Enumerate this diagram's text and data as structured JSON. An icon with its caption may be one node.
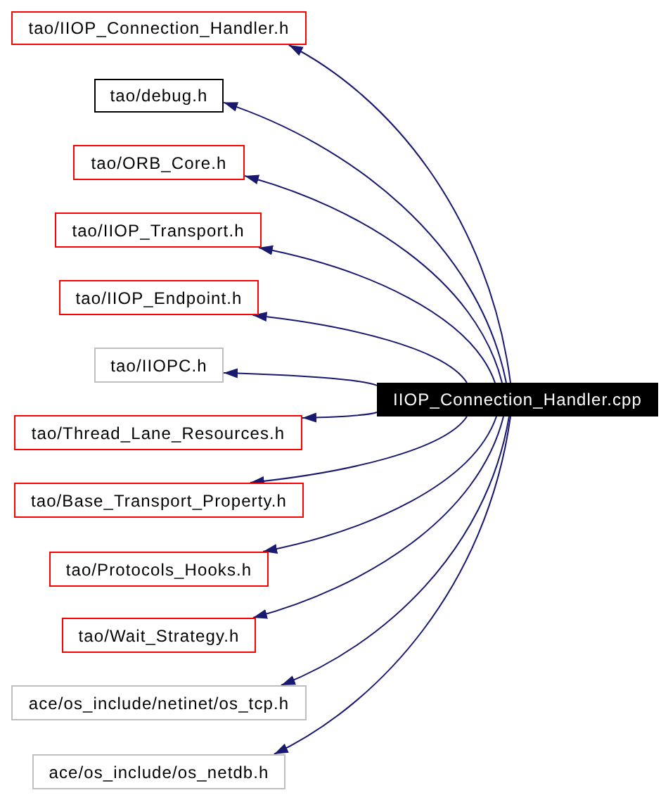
{
  "diagram": {
    "nodes": [
      {
        "text": [
          "tao/IIOP_Connection_Handler.h"
        ]
      },
      {
        "text": [
          "tao/debug.h"
        ]
      },
      {
        "text": [
          "tao/ORB_Core.h"
        ]
      },
      {
        "text": [
          "tao/IIOP_Transport.h"
        ]
      },
      {
        "text": [
          "tao/IIOP_Endpoint.h"
        ]
      },
      {
        "text": [
          "tao/IIOPC.h"
        ]
      },
      {
        "text": [
          "tao/Thread_Lane_Resources.h"
        ]
      },
      {
        "text": [
          "tao/Base_Transport_Property.h"
        ]
      },
      {
        "text": [
          "tao/Protocols_Hooks.h"
        ]
      },
      {
        "text": [
          "tao/Wait_Strategy.h"
        ]
      },
      {
        "text": [
          "ace/os_include/netinet/os_tcp.h"
        ]
      },
      {
        "text": [
          "ace/os_include/os_netdb.h"
        ]
      },
      {
        "text": [
          "IIOP_Connection_Handler.cpp"
        ]
      }
    ],
    "edges": [
      {
        "from": 12,
        "to": 0,
        "arrow": "to"
      },
      {
        "from": 12,
        "to": 1,
        "arrow": "to"
      },
      {
        "from": 12,
        "to": 2,
        "arrow": "to"
      },
      {
        "from": 12,
        "to": 3,
        "arrow": "to"
      },
      {
        "from": 12,
        "to": 4,
        "arrow": "to"
      },
      {
        "from": 12,
        "to": 5,
        "arrow": "to"
      },
      {
        "from": 12,
        "to": 6,
        "arrow": "to"
      },
      {
        "from": 12,
        "to": 7,
        "arrow": "to"
      },
      {
        "from": 12,
        "to": 8,
        "arrow": "to"
      },
      {
        "from": 12,
        "to": 9,
        "arrow": "to"
      },
      {
        "from": 12,
        "to": 10,
        "arrow": "to"
      },
      {
        "from": 12,
        "to": 11,
        "arrow": "to"
      }
    ]
  }
}
